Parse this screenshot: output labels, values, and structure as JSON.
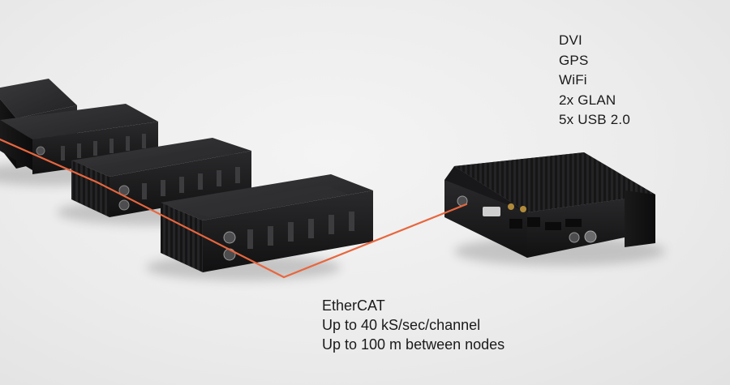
{
  "controller_features": [
    "DVI",
    "GPS",
    "WiFi",
    "2x GLAN",
    "5x USB 2.0"
  ],
  "network_features": [
    "EtherCAT",
    "Up to 40 kS/sec/channel",
    "Up to 100 m between nodes"
  ],
  "colors": {
    "ethercat_cable": "#e8663e",
    "chassis": "#1d1d1f",
    "background": "#ececec"
  }
}
